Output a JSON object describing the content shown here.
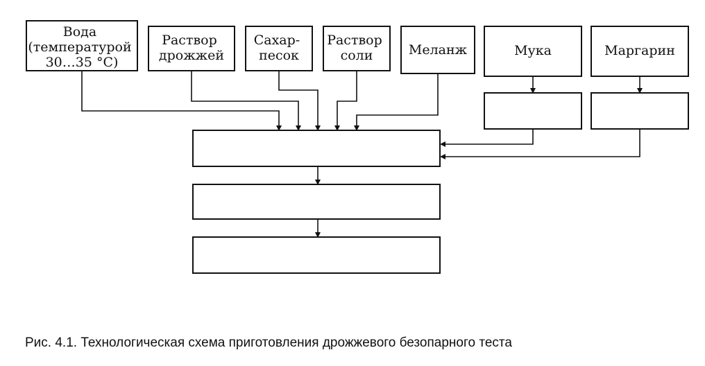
{
  "diagram": {
    "inputs": {
      "water": [
        "Вода",
        "(температурой",
        "30…35 °C)"
      ],
      "yeast": [
        "Раствор",
        "дрожжей"
      ],
      "sugar": [
        "Сахар-",
        "песок"
      ],
      "salt": [
        "Раствор",
        "соли"
      ],
      "melange": [
        "Меланж"
      ],
      "flour": [
        "Мука"
      ],
      "margarine": [
        "Маргарин"
      ]
    },
    "caption": "Рис. 4.1. Технологическая схема приготовления дрожжевого безопарного теста"
  }
}
